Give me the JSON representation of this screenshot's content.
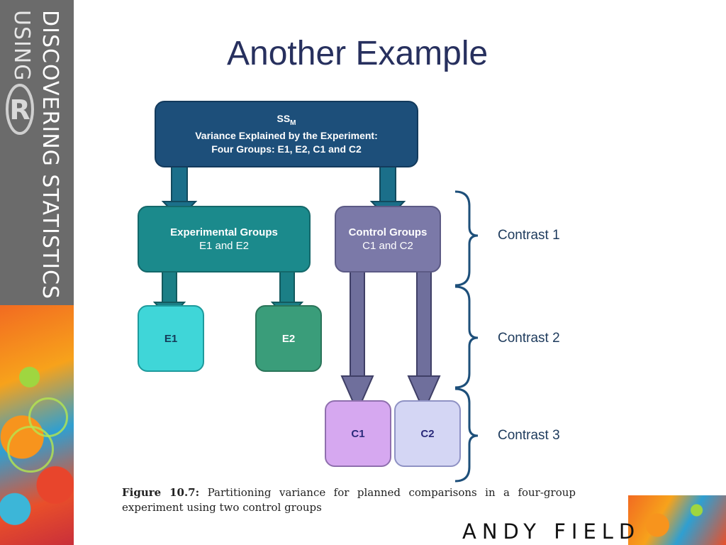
{
  "banner": {
    "line1": "DISCOVERING STATISTICS",
    "line2": "USING",
    "logo_letter": "R"
  },
  "title": "Another Example",
  "diagram": {
    "top_box": {
      "line1": "SS",
      "line1_sub": "M",
      "line2": "Variance Explained by the Experiment:",
      "line3": "Four Groups: E1, E2, C1 and C2",
      "color": "#1d4f7a"
    },
    "experimental_box": {
      "line1": "Experimental Groups",
      "line2": "E1 and E2",
      "color": "#1b8a8c"
    },
    "control_box": {
      "line1": "Control Groups",
      "line2": "C1 and C2",
      "color": "#7b79a8"
    },
    "e1": {
      "label": "E1",
      "color": "#3fd6d8"
    },
    "e2": {
      "label": "E2",
      "color": "#3a9d7a"
    },
    "c1": {
      "label": "C1",
      "color": "#d6a8f0"
    },
    "c2": {
      "label": "C2",
      "color": "#d4d6f4"
    },
    "contrasts": [
      "Contrast 1",
      "Contrast 2",
      "Contrast 3"
    ]
  },
  "caption": {
    "prefix": "Figure 10.7:",
    "text": " Partitioning variance for planned comparisons in a four-group experiment using two control groups"
  },
  "author": "ANDY FIELD"
}
